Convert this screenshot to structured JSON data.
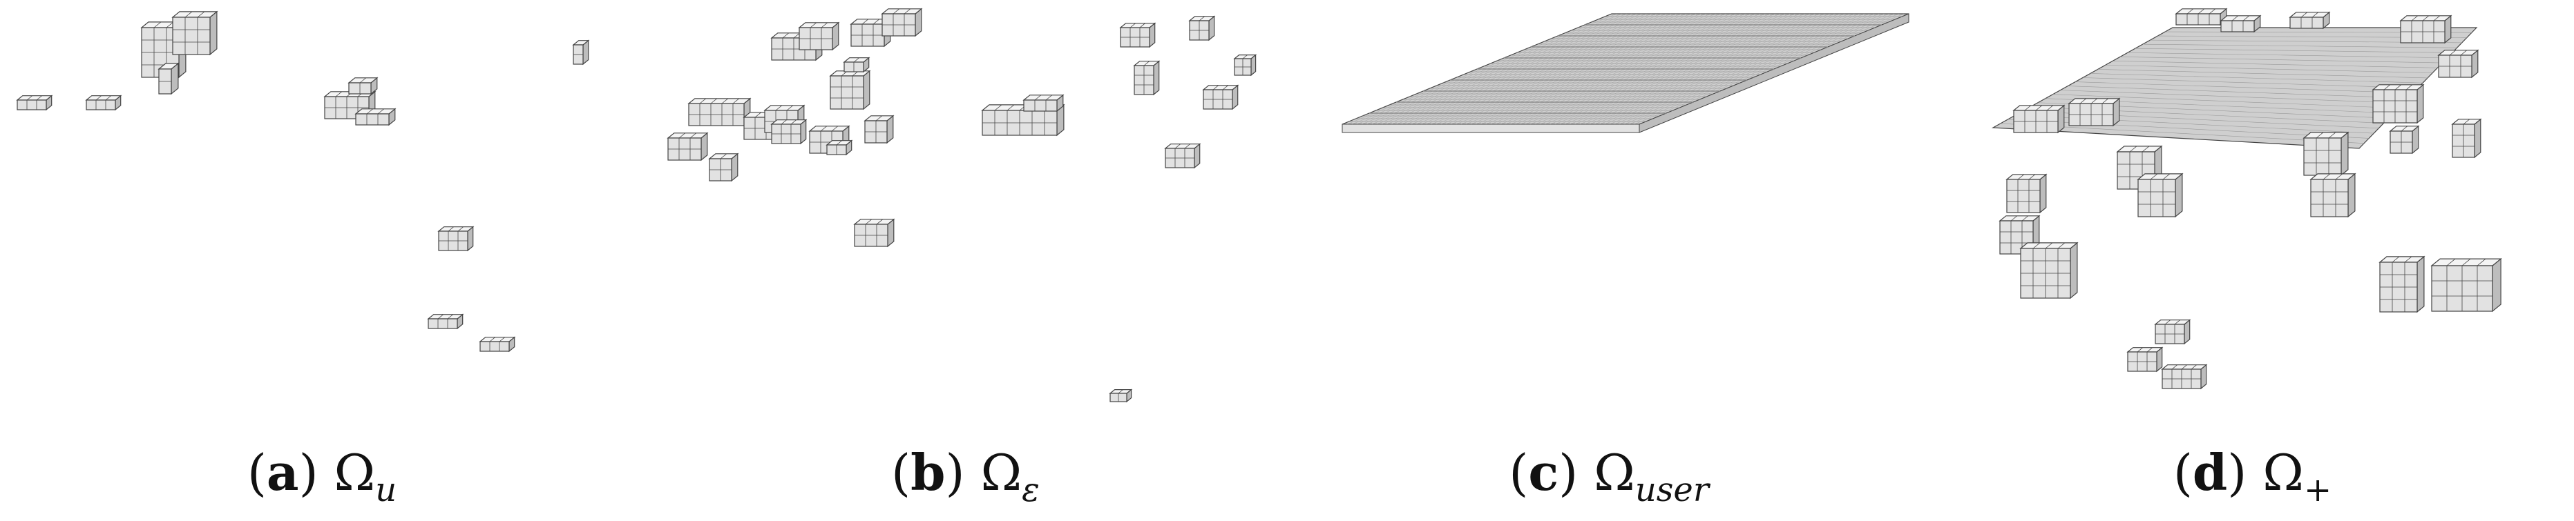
{
  "panels": [
    {
      "id": "a",
      "letter": "a",
      "symbol": "Ω",
      "subscript": "u"
    },
    {
      "id": "b",
      "letter": "b",
      "symbol": "Ω",
      "subscript": "ε"
    },
    {
      "id": "c",
      "letter": "c",
      "symbol": "Ω",
      "subscript": "user"
    },
    {
      "id": "d",
      "letter": "d",
      "symbol": "Ω",
      "subscript": "+"
    }
  ],
  "colors": {
    "face_top": "#f4f4f4",
    "face_front": "#e2e2e2",
    "face_side": "#bdbdbd",
    "edge": "#444444",
    "plate": "#cfcfcf"
  }
}
